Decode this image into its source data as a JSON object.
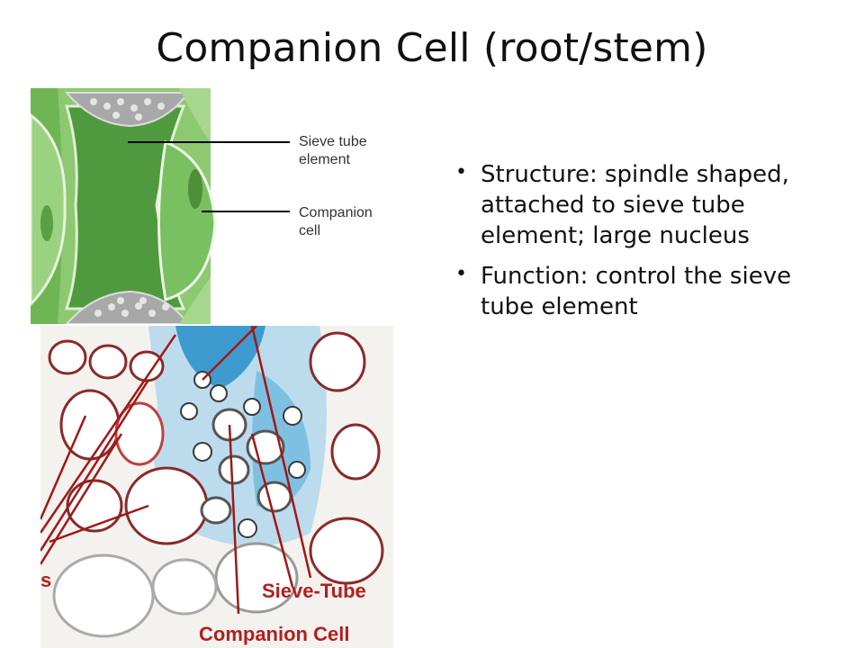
{
  "slide": {
    "title": "Companion Cell (root/stem)",
    "bullets": [
      "Structure: spindle shaped, attached to sieve tube element; large nucleus",
      "Function: control the sieve tube element"
    ]
  },
  "diagram_top": {
    "label_sieve_tube_line1": "Sieve tube",
    "label_sieve_tube_line2": "element",
    "label_companion_line1": "Companion",
    "label_companion_line2": "cell"
  },
  "micrograph": {
    "label_left_partial": "s",
    "label_sieve_tube": "Sieve-Tube",
    "label_companion_cell": "Companion Cell"
  },
  "colors": {
    "green_dark": "#4f9a3e",
    "green_light": "#8cc970",
    "stain_blue": "#3e9bd0",
    "stain_red": "#8a2a2a",
    "label_red": "#b02020"
  }
}
